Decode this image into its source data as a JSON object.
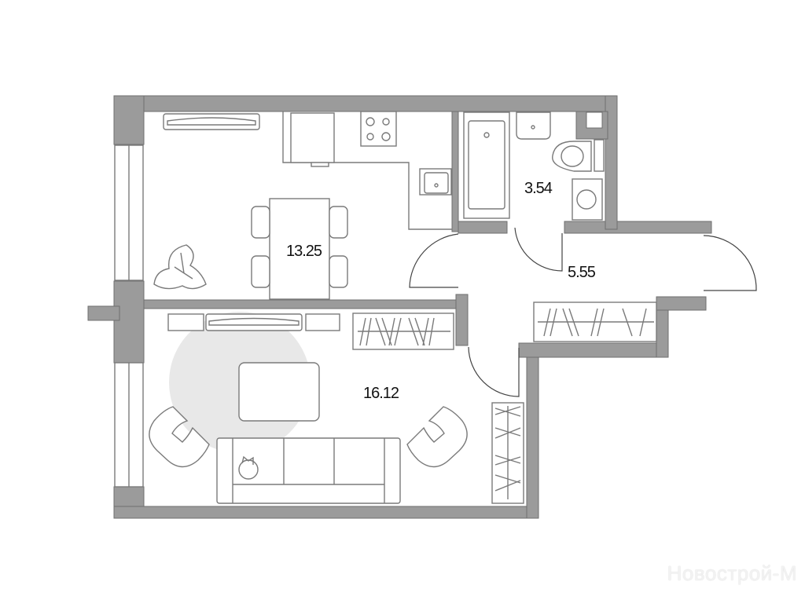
{
  "plan": {
    "rooms": [
      {
        "name": "kitchen",
        "area": "13.25"
      },
      {
        "name": "bathroom",
        "area": "3.54"
      },
      {
        "name": "hallway",
        "area": "5.55"
      },
      {
        "name": "living-room",
        "area": "16.12"
      }
    ],
    "watermark": "Новострой-М",
    "colors": {
      "wall": "#9b9b9b",
      "rug": "#e8e8e8",
      "line": "#7a7a7a"
    }
  }
}
